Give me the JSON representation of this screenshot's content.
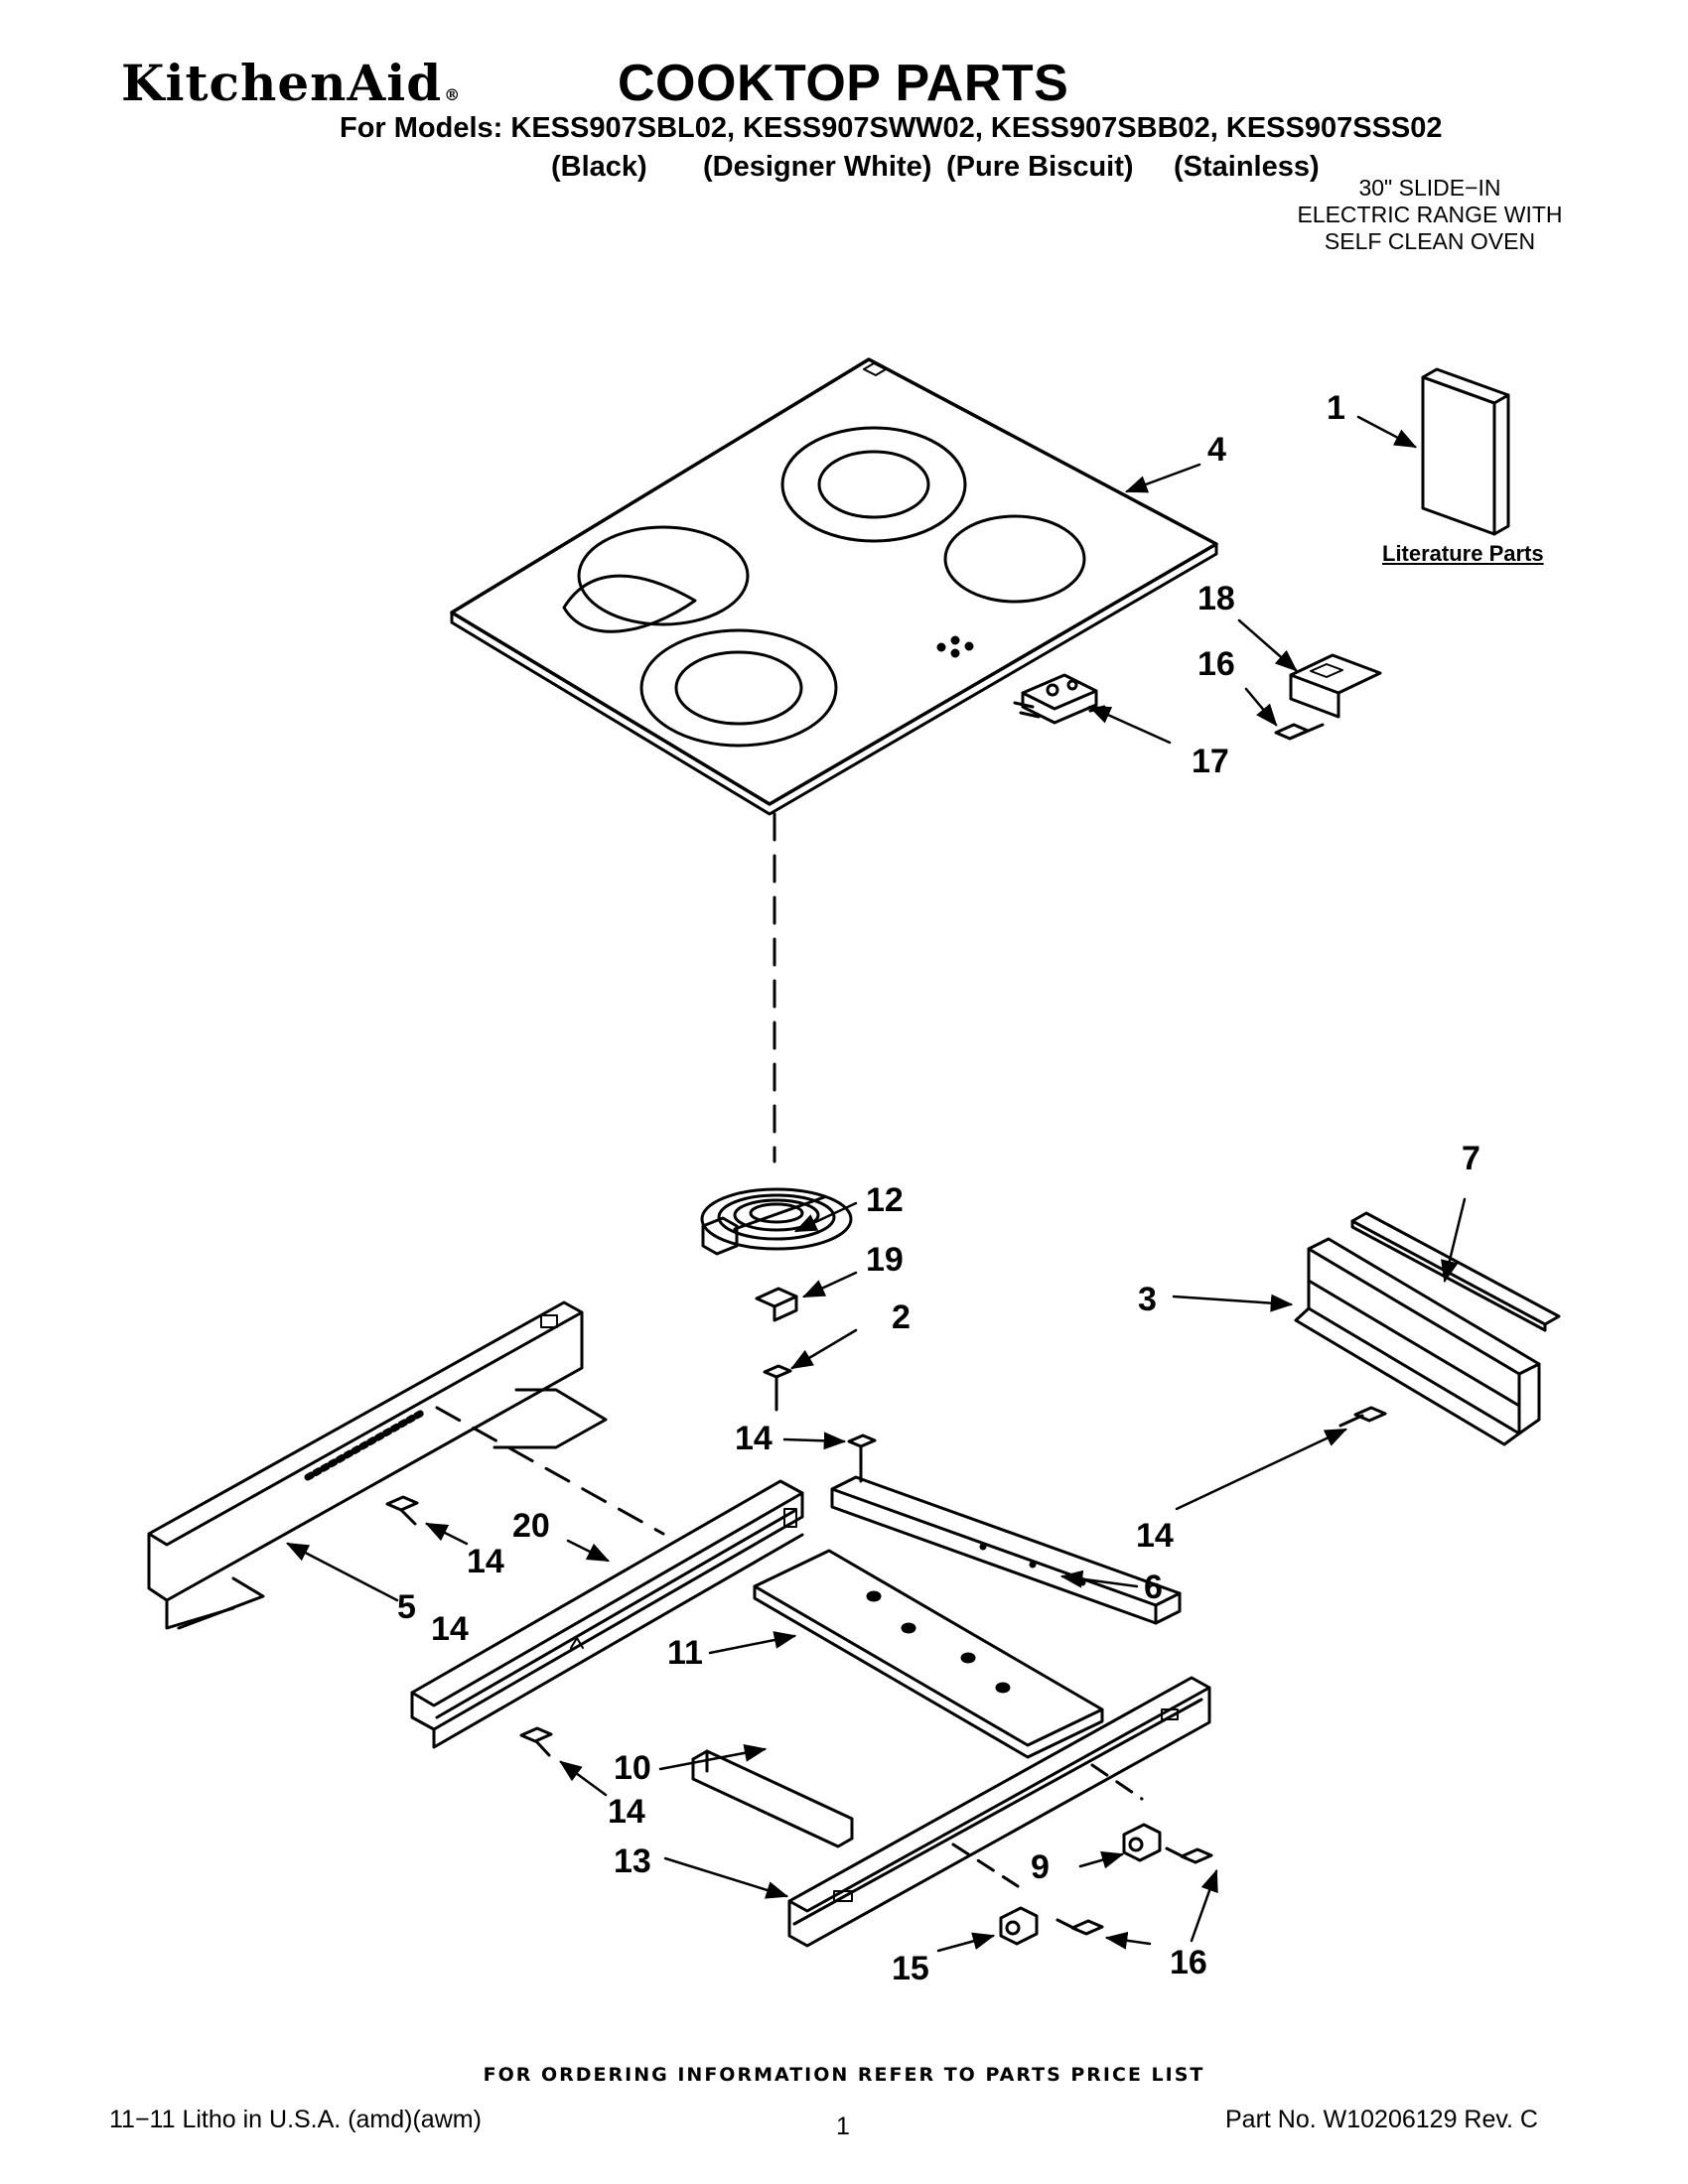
{
  "header": {
    "brand": "KitchenAid",
    "brand_mark": "®",
    "title": "COOKTOP PARTS",
    "models_line": "For Models: KESS907SBL02, KESS907SWW02, KESS907SBB02, KESS907SSS02",
    "colors": [
      "(Black)",
      "(Designer White)",
      "(Pure Biscuit)",
      "(Stainless)"
    ],
    "description": [
      "30\" SLIDE−IN",
      "ELECTRIC RANGE WITH",
      "SELF CLEAN OVEN"
    ]
  },
  "diagram": {
    "literature_label": "Literature Parts",
    "callouts": [
      "1",
      "4",
      "18",
      "16",
      "17",
      "12",
      "19",
      "2",
      "7",
      "3",
      "14",
      "14",
      "20",
      "14",
      "5",
      "14",
      "6",
      "11",
      "10",
      "14",
      "13",
      "9",
      "16",
      "15"
    ]
  },
  "footer": {
    "ordering_note": "FOR ORDERING INFORMATION REFER TO PARTS PRICE LIST",
    "litho": "11−11 Litho in U.S.A. (amd)(awm)",
    "page": "1",
    "part_no": "Part No. W10206129 Rev. C"
  }
}
